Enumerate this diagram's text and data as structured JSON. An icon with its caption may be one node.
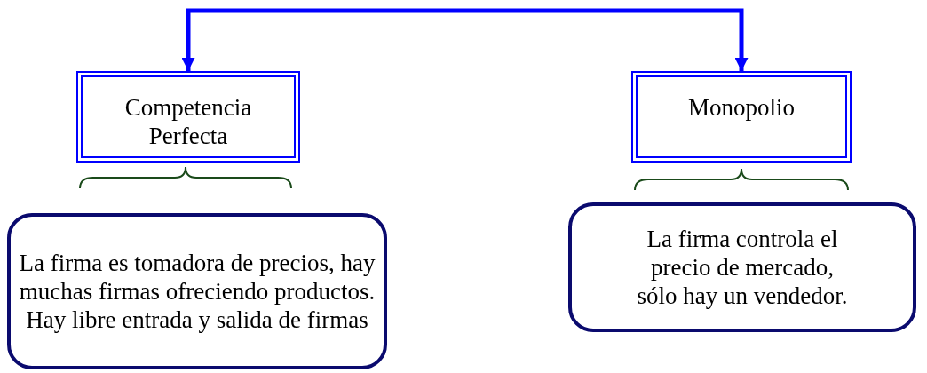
{
  "diagram": {
    "nodes": [
      {
        "text": [
          "Competencia Perfecta"
        ]
      },
      {
        "text": [
          "Monopolio"
        ]
      },
      {
        "text": [
          "La firma es tomadora de precios, hay muchas firmas ofreciendo productos. Hay libre entrada y salida de firmas"
        ]
      },
      {
        "text": [
          "La firma controla el precio de mercado, sólo hay un vendedor."
        ]
      }
    ],
    "edges": [
      {
        "from": null,
        "to": 0,
        "arrow": "to"
      },
      {
        "from": null,
        "to": 1,
        "arrow": "to"
      }
    ]
  }
}
